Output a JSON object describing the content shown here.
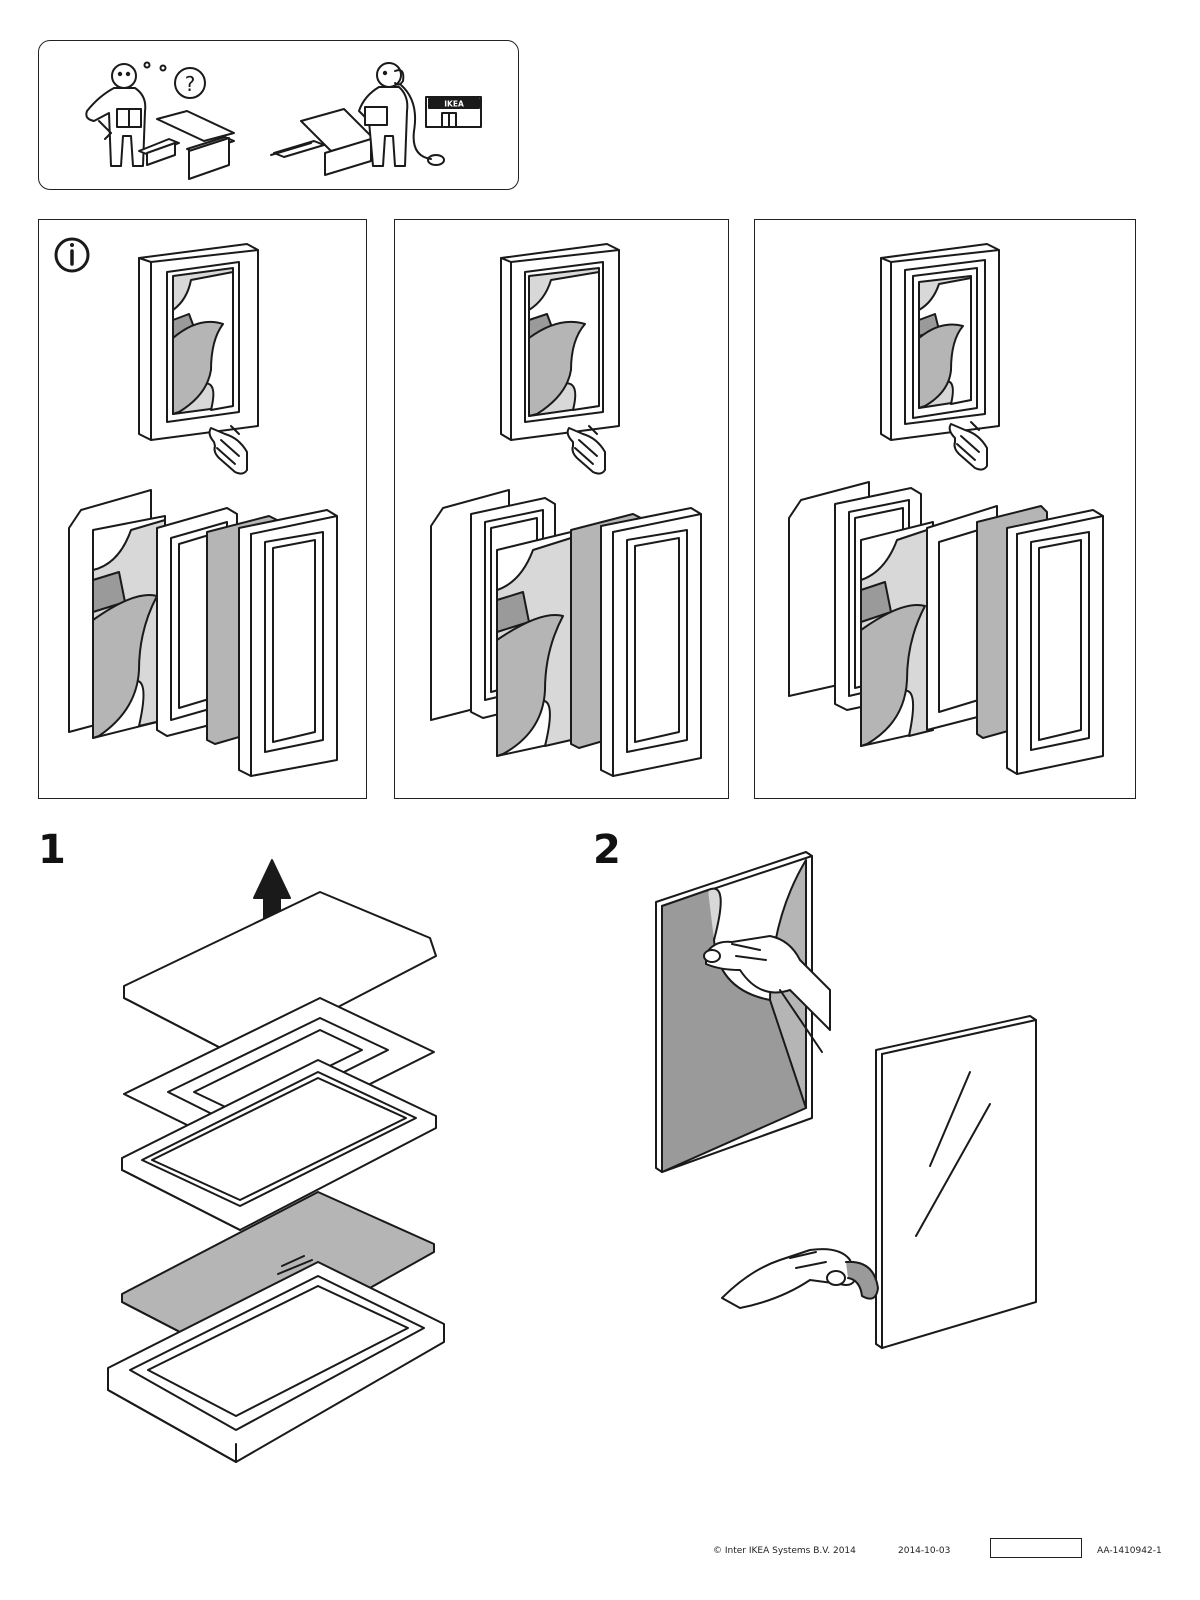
{
  "header_panel": {
    "store_sign_text": "IKEA",
    "question_mark": "?"
  },
  "info_panel": {
    "info_symbol": "i"
  },
  "steps": [
    {
      "number": "1"
    },
    {
      "number": "2"
    }
  ],
  "footer": {
    "copyright": "© Inter IKEA Systems B.V. 2014",
    "date": "2014-10-03",
    "article_code": "AA-1410942-1"
  },
  "colors": {
    "line": "#1a1a1a",
    "gray_fill": "#b5b5b5",
    "light_gray": "#d8d8d8",
    "mid_gray": "#9a9a9a"
  }
}
